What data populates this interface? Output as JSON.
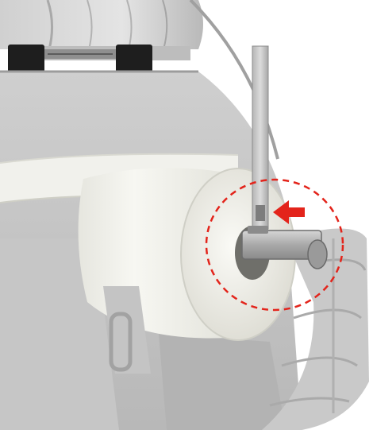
{
  "image": {
    "subject": "label-roll-on-printer-media-spindle",
    "colors": {
      "background": "#ffffff",
      "housing_light": "#d9d9d9",
      "housing_mid": "#bdbdbd",
      "housing_dark": "#8e8e8e",
      "roll_paper": "#f2f2ec",
      "roll_shadow": "#d8d8cf",
      "metal_bar": "#bfbfbf",
      "hinge_black": "#1e1e1e",
      "highlight_circle": "#e3241b",
      "arrow": "#e3241b"
    },
    "annotations": {
      "circle_style": "dashed",
      "arrow_direction": "left"
    }
  }
}
